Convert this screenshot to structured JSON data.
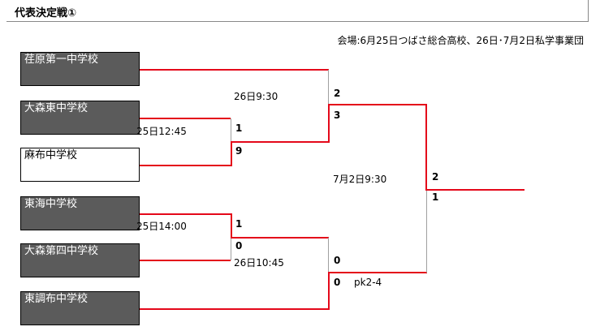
{
  "title": "代表決定戦①",
  "venue": "会場:6月25日つばさ総合高校、26日･7月2日私学事業団",
  "teams": [
    {
      "name": "荏原第一中学校"
    },
    {
      "name": "大森東中学校"
    },
    {
      "name": "麻布中学校"
    },
    {
      "name": "東海中学校"
    },
    {
      "name": "大森第四中学校"
    },
    {
      "name": "東調布中学校"
    }
  ],
  "matches": {
    "m1": {
      "time": "25日12:45",
      "score_top": "1",
      "score_bottom": "9"
    },
    "m2": {
      "time": "25日14:00",
      "score_top": "1",
      "score_bottom": "0"
    },
    "m3": {
      "time": "26日9:30",
      "score_top": "2",
      "score_bottom": "3"
    },
    "m4": {
      "time": "26日10:45",
      "score_top": "0",
      "score_bottom": "0",
      "note": "pk2-4"
    },
    "final": {
      "time": "7月2日9:30",
      "score_top": "2",
      "score_bottom": "1"
    }
  },
  "colors": {
    "win_line": "#e4081a",
    "lose_line": "#a0a0a0",
    "team_box": "#5b5b5b"
  }
}
